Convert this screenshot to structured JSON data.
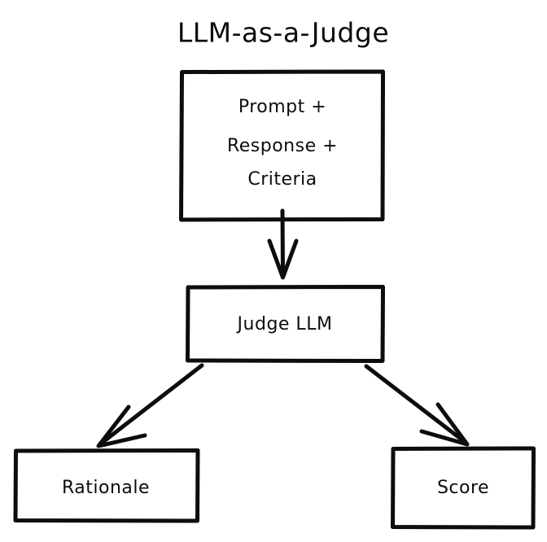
{
  "diagram": {
    "title": "LLM-as-a-Judge",
    "style": {
      "stroke_color": "#0d0d0d",
      "fill_color": "#ffffff",
      "background": "#ffffff",
      "sketch_style": "hand-drawn"
    },
    "nodes": [
      {
        "id": "inputs",
        "lines": [
          "Prompt +",
          "Response +",
          "Criteria"
        ],
        "shape": "rectangle"
      },
      {
        "id": "judge",
        "lines": [
          "Judge LLM"
        ],
        "shape": "rectangle"
      },
      {
        "id": "rationale",
        "lines": [
          "Rationale"
        ],
        "shape": "rectangle"
      },
      {
        "id": "score",
        "lines": [
          "Score"
        ],
        "shape": "rectangle"
      }
    ],
    "edges": [
      {
        "id": "inputs-to-judge",
        "from": "inputs",
        "to": "judge",
        "label": ""
      },
      {
        "id": "judge-to-rationale",
        "from": "judge",
        "to": "rationale",
        "label": ""
      },
      {
        "id": "judge-to-score",
        "from": "judge",
        "to": "score",
        "label": ""
      }
    ]
  }
}
